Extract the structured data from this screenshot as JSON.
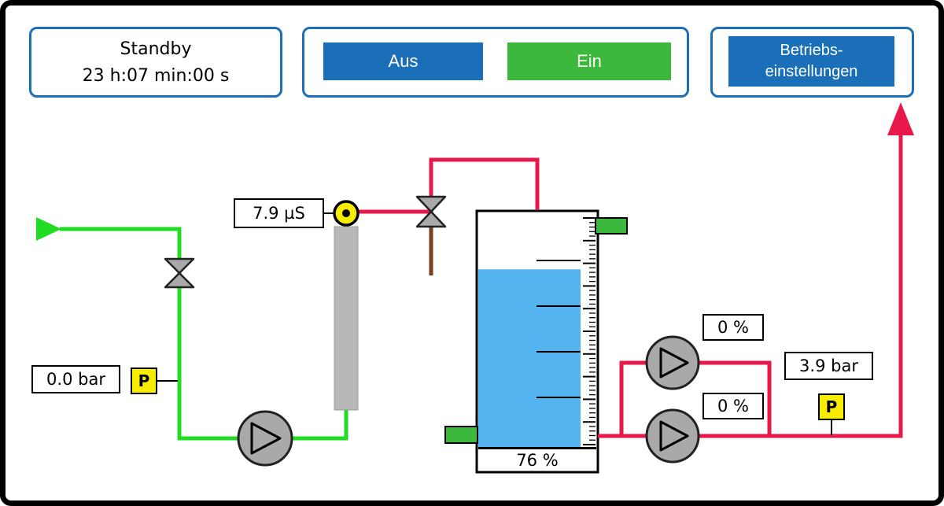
{
  "header": {
    "status": {
      "line1": "Standby",
      "line2": "23 h:07 min:00 s"
    },
    "off_button": "Aus",
    "on_button": "Ein",
    "settings_button": {
      "line1": "Betriebs-",
      "line2": "einstellungen"
    }
  },
  "process": {
    "feed_pressure": "0.0 bar",
    "conductivity": "7.9 µS",
    "tank_level": "76 %",
    "pump_top_speed": "0 %",
    "pump_bottom_speed": "0 %",
    "outlet_pressure": "3.9 bar",
    "pressure_sensor_symbol": "P"
  },
  "colors": {
    "accent_blue": "#1a6fb8",
    "button_green": "#3cb93c",
    "pipe_green": "#21dd21",
    "pipe_red": "#e9184a",
    "sensor_yellow": "#f8ec00",
    "water_blue": "#55b3ef",
    "equipment_gray": "#a9a9a9"
  }
}
